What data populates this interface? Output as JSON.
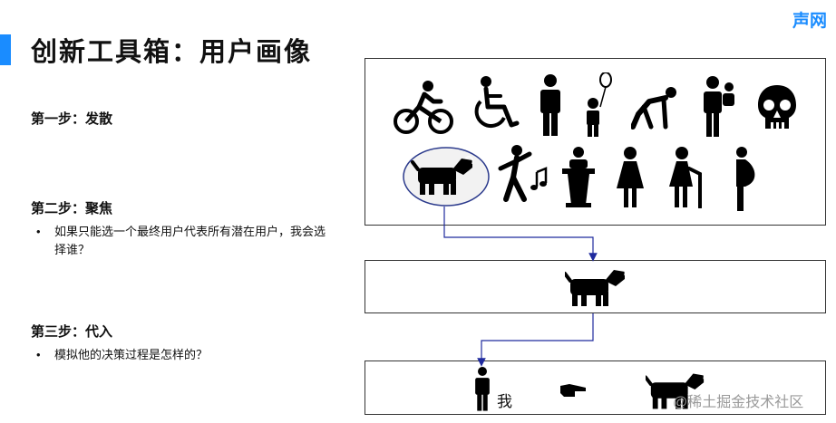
{
  "slide": {
    "title": "创新工具箱：用户画像",
    "brand": "声网"
  },
  "steps": [
    {
      "title": "第一步：发散",
      "bullets": []
    },
    {
      "title": "第二步：聚焦",
      "bullets": [
        "如果只能选一个最终用户代表所有潜在用户，我会选择谁？"
      ]
    },
    {
      "title": "第三步：代入",
      "bullets": [
        "模拟他的决策过程是怎样的？"
      ]
    }
  ],
  "bullet_glyph": "•",
  "personas_row1": [
    "cyclist-icon",
    "wheelchair-icon",
    "man-icon",
    "child-with-balloon-icon",
    "crawling-person-icon",
    "parent-carrying-child-icon",
    "skull-icon"
  ],
  "personas_row2": [
    "dog-icon",
    "dancer-icon",
    "speaker-at-podium-icon",
    "woman-icon",
    "elderly-person-with-cane-icon",
    "pregnant-woman-icon"
  ],
  "selected_persona": "dog-icon",
  "result": {
    "me_label": "我",
    "pointer": "pointing-hand-icon"
  },
  "watermark": "@稀土掘金技术社区",
  "colors": {
    "accent": "#1a8cff",
    "arrow": "#1f2a9e",
    "highlight_ring": "#2b3a8c",
    "highlight_fill": "#f2f2f2"
  }
}
